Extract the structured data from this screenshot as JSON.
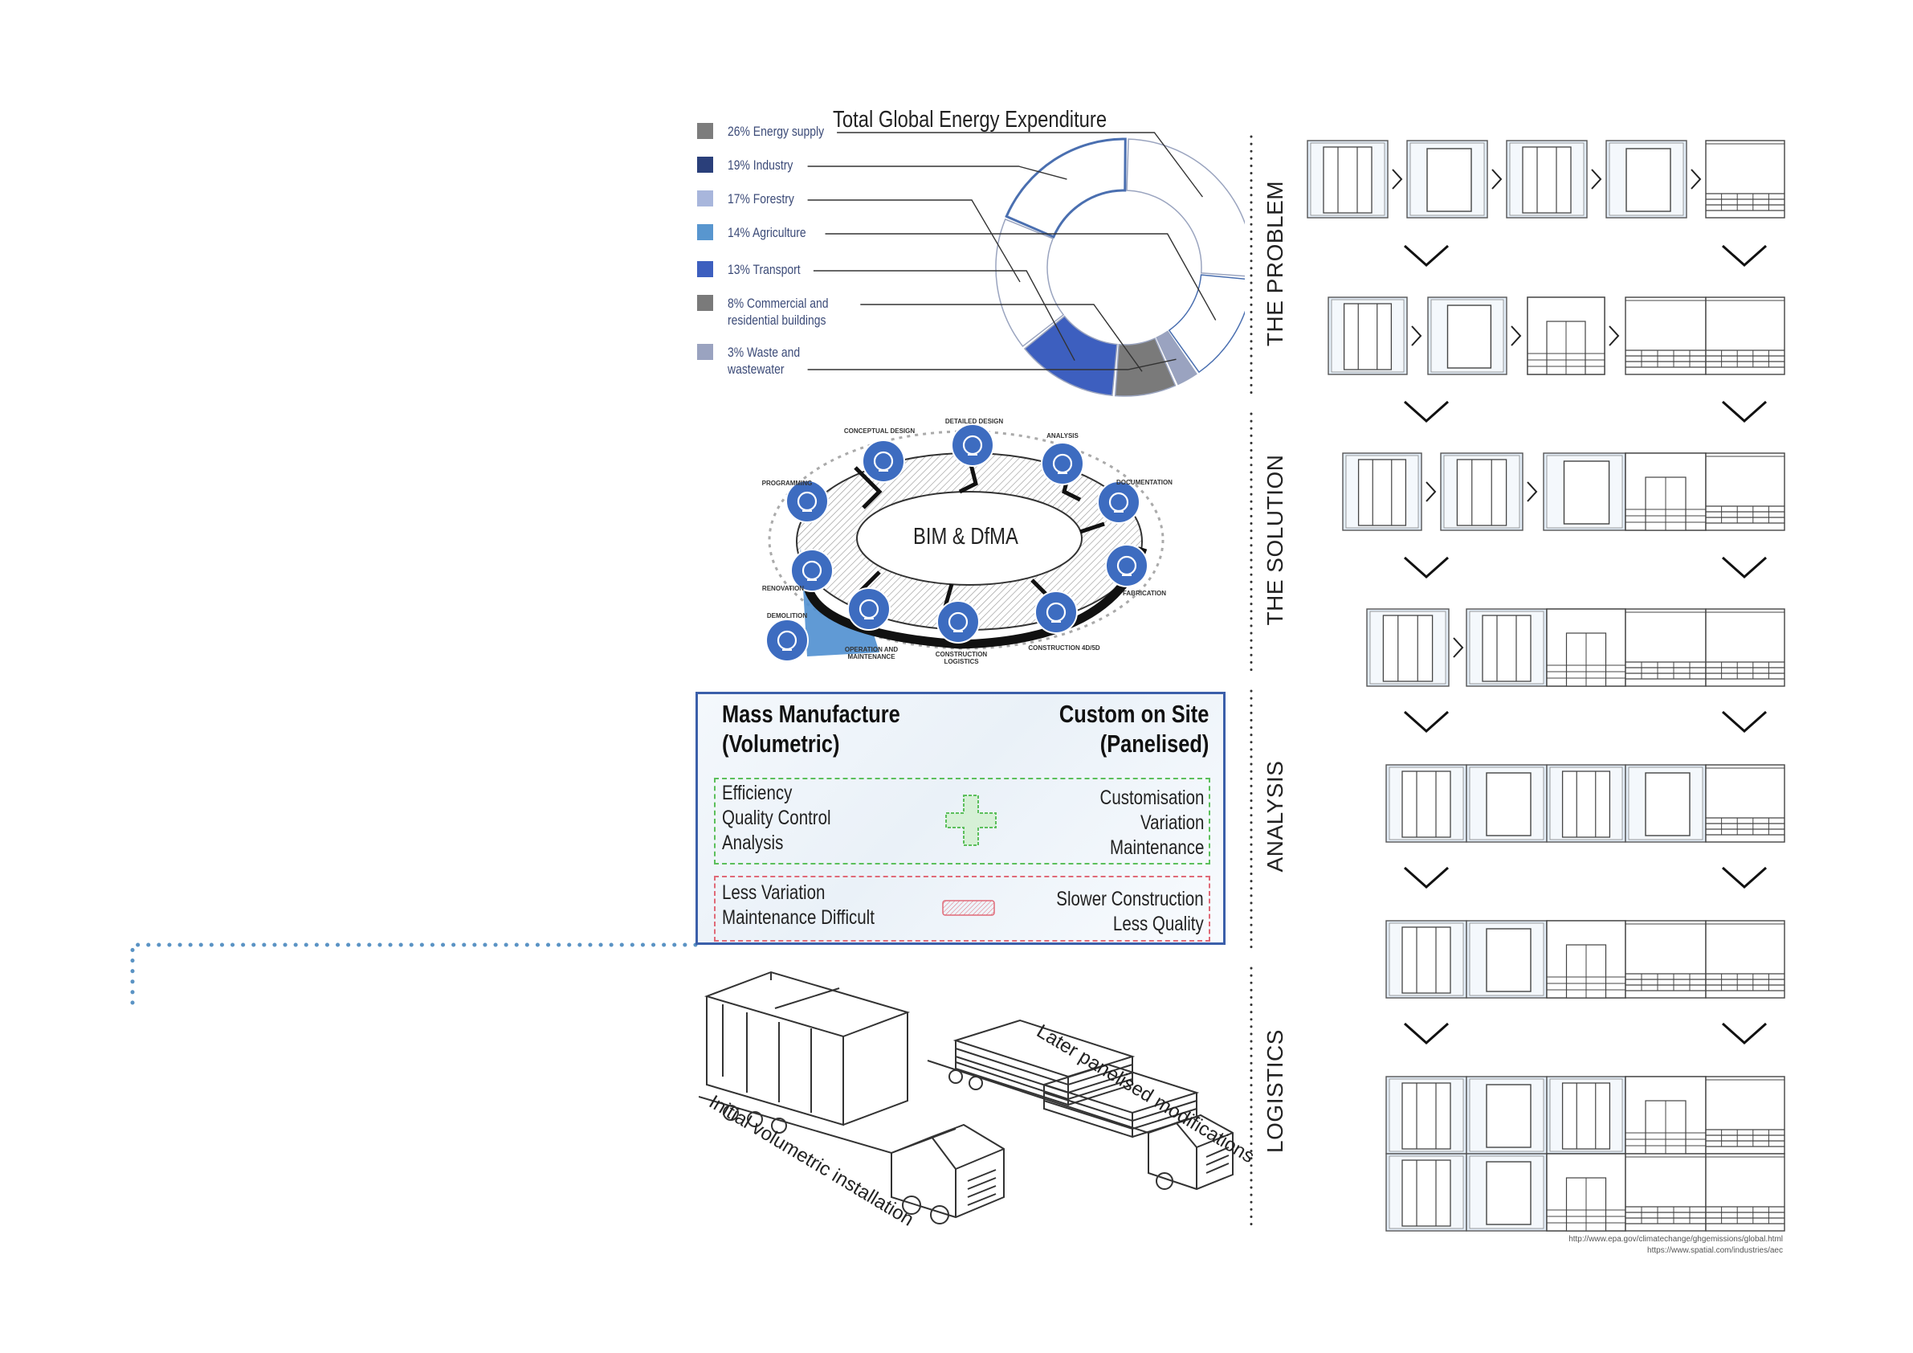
{
  "chart_data": {
    "type": "pie",
    "title": "Total Global Energy Expenditure",
    "categories": [
      "Energy supply",
      "Industry",
      "Forestry",
      "Agriculture",
      "Transport",
      "Commercial and residential buildings",
      "Waste and wastewater"
    ],
    "values": [
      26,
      19,
      17,
      14,
      13,
      8,
      3
    ],
    "labels": [
      "26% Energy supply",
      "19% Industry",
      "17% Forestry",
      "14% Agriculture",
      "13% Transport",
      "8% Commercial and residential buildings",
      "3% Waste and wastewater"
    ],
    "label_lines": [
      [
        "26% Energy supply"
      ],
      [
        "19% Industry"
      ],
      [
        "17% Forestry"
      ],
      [
        "14% Agriculture"
      ],
      [
        "13% Transport"
      ],
      [
        "8% Commercial and",
        "residential buildings"
      ],
      [
        "3% Waste and",
        "wastewater"
      ]
    ],
    "colors": [
      "#7d7d7d",
      "#2a3f7a",
      "#a8b6dc",
      "#5896cf",
      "#3d5fbf",
      "#7a7a7a",
      "#9aa3c0"
    ]
  },
  "bim": {
    "center": "BIM & DfMA",
    "stages": [
      {
        "label": "CONCEPTUAL DESIGN",
        "icon": "lightbulb-icon"
      },
      {
        "label": "DETAILED DESIGN",
        "icon": "magnifier-icon"
      },
      {
        "label": "ANALYSIS",
        "icon": "grid-building-icon"
      },
      {
        "label": "DOCUMENTATION",
        "icon": "documents-icon"
      },
      {
        "label": "FABRICATION",
        "icon": "gears-icon"
      },
      {
        "label": "CONSTRUCTION 4D/5D",
        "icon": "dollar-clock-icon"
      },
      {
        "label": "CONSTRUCTION LOGISTICS",
        "icon": "crane-icon"
      },
      {
        "label": "OPERATION AND MAINTENANCE",
        "icon": "hardhat-icon"
      },
      {
        "label": "DEMOLITION",
        "icon": "excavator-icon"
      },
      {
        "label": "RENOVATION",
        "icon": "blueprint-icon"
      },
      {
        "label": "PROGRAMMING",
        "icon": "checklist-icon"
      }
    ]
  },
  "compare": {
    "left_title": [
      "Mass Manufacture",
      "(Volumetric)"
    ],
    "right_title": [
      "Custom on Site",
      "(Panelised)"
    ],
    "pros_left": [
      "Efficiency",
      "Quality Control",
      "Analysis"
    ],
    "pros_right": [
      "Customisation",
      "Variation",
      "Maintenance"
    ],
    "cons_left": [
      "Less Variation",
      "Maintenance Difficult"
    ],
    "cons_right": [
      "Slower Construction",
      "Less Quality"
    ]
  },
  "trucks": {
    "label_left": "Initial volumetric installation",
    "label_right": "Later panelised modifications"
  },
  "sections": [
    "THE PROBLEM",
    "THE SOLUTION",
    "ANALYSIS",
    "LOGISTICS"
  ],
  "refs": [
    "http://www.epa.gov/climatechange/ghgemissions/global.html",
    "https://www.spatial.com/industries/aec"
  ],
  "colors": {
    "accent": "#3b5faa",
    "dots": "#5a93c4",
    "pros": "#5bbf5b",
    "cons": "#e06a78"
  }
}
